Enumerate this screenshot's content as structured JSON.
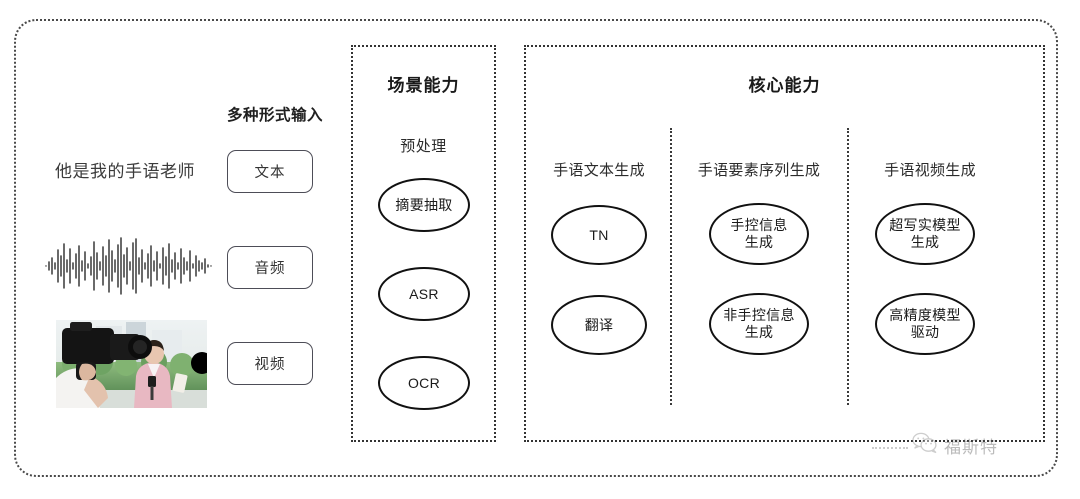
{
  "diagram": {
    "input_section": {
      "heading": "多种形式输入",
      "sample_text": "他是我的手语老师",
      "chips": [
        {
          "label": "文本",
          "icon": "text-icon"
        },
        {
          "label": "音频",
          "icon": "waveform-icon"
        },
        {
          "label": "视频",
          "icon": "video-thumbnail-icon"
        }
      ],
      "media": {
        "waveform_name": "audio-waveform",
        "photo_name": "video-thumbnail-photo",
        "photo_description": "摄像师拍摄记者"
      }
    },
    "scene_panel": {
      "title": "场景能力",
      "subtitle": "预处理",
      "nodes": [
        {
          "label": "摘要抽取"
        },
        {
          "label": "ASR"
        },
        {
          "label": "OCR"
        }
      ]
    },
    "core_panel": {
      "title": "核心能力",
      "columns": [
        {
          "header": "手语文本生成",
          "nodes": [
            {
              "line1": "TN",
              "line2": ""
            },
            {
              "line1": "翻译",
              "line2": ""
            }
          ]
        },
        {
          "header": "手语要素序列生成",
          "nodes": [
            {
              "line1": "手控信息",
              "line2": "生成"
            },
            {
              "line1": "非手控信息",
              "line2": "生成"
            }
          ]
        },
        {
          "header": "手语视频生成",
          "nodes": [
            {
              "line1": "超写实模型",
              "line2": "生成"
            },
            {
              "line1": "高精度模型",
              "line2": "驱动"
            }
          ]
        }
      ]
    },
    "watermark": {
      "text": "福斯特",
      "icon": "wechat-logo-icon"
    },
    "colors": {
      "frame_border": "#4a4a4a",
      "panel_border": "#333333",
      "ellipse_border": "#111111",
      "chip_border": "#4d4d57",
      "text_primary": "#1a1a1a",
      "watermark": "#5e5e5e",
      "background": "#ffffff"
    }
  }
}
